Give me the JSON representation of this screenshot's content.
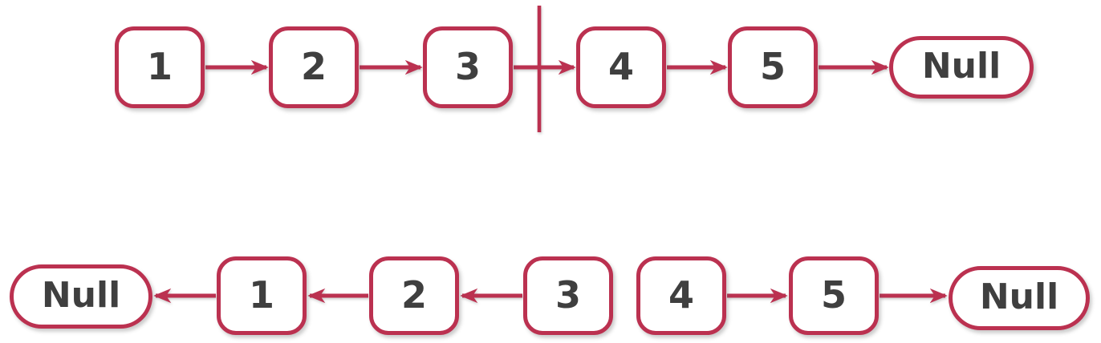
{
  "colors": {
    "node_stroke": "#bb3150",
    "node_fill": "#ffffff",
    "label_color": "#3f3f3f",
    "arrow_color": "#bb3150",
    "bg": "#ffffff"
  },
  "diagram": {
    "type": "linked-list",
    "top_list": {
      "description": "singly linked list 1 to 5 ending in Null, split marker between 3 and 4",
      "nodes": [
        {
          "label": "1",
          "shape": "square"
        },
        {
          "label": "2",
          "shape": "square"
        },
        {
          "label": "3",
          "shape": "square"
        },
        {
          "label": "4",
          "shape": "square"
        },
        {
          "label": "5",
          "shape": "square"
        },
        {
          "label": "Null",
          "shape": "pill"
        }
      ],
      "arrow_direction": "right",
      "divider_between": [
        "3",
        "4"
      ]
    },
    "bottom_left_list": {
      "description": "reversed first half: 3 -> 2 -> 1 -> Null with left-pointing arrows",
      "nodes": [
        {
          "label": "Null",
          "shape": "pill"
        },
        {
          "label": "1",
          "shape": "square"
        },
        {
          "label": "2",
          "shape": "square"
        },
        {
          "label": "3",
          "shape": "square"
        }
      ],
      "arrow_direction": "left"
    },
    "bottom_right_list": {
      "description": "second half unchanged: 4 -> 5 -> Null",
      "nodes": [
        {
          "label": "4",
          "shape": "square"
        },
        {
          "label": "5",
          "shape": "square"
        },
        {
          "label": "Null",
          "shape": "pill"
        }
      ],
      "arrow_direction": "right"
    }
  }
}
